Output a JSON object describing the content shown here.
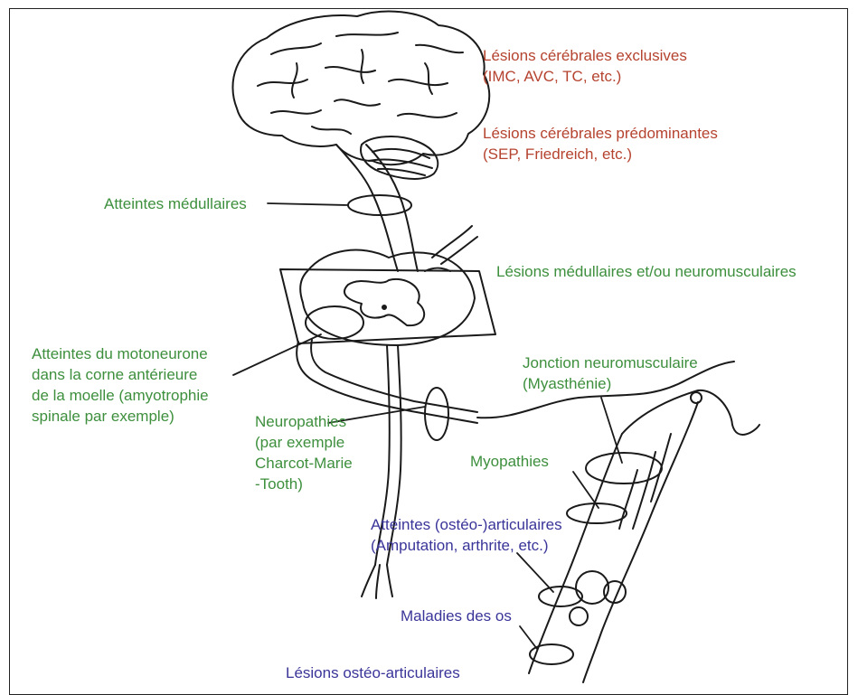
{
  "colors": {
    "brain_label": "#b5432f",
    "neuro_label": "#3d8f3d",
    "bone_label": "#3a3599",
    "drawing": "#1a1a1a"
  },
  "labels": {
    "lesions_cerebrales_exclusives": "Lésions cérébrales exclusives\n(IMC, AVC, TC, etc.)",
    "lesions_cerebrales_predominantes": "Lésions cérébrales prédominantes\n(SEP, Friedreich, etc.)",
    "atteintes_medullaires": "Atteintes médullaires",
    "lesions_medullaires_neuromusculaires": "Lésions médullaires et/ou neuromusculaires",
    "atteintes_motoneurone": "Atteintes du motoneurone\ndans la corne antérieure\nde la moelle (amyotrophie\nspinale par exemple)",
    "jonction_neuromusculaire": "Jonction neuromusculaire\n(Myasthénie)",
    "neuropathies": "Neuropathies\n(par exemple\nCharcot-Marie\n-Tooth)",
    "myopathies": "Myopathies",
    "atteintes_osteo_articulaires": "Atteintes (ostéo-)articulaires\n(Amputation, arthrite, etc.)",
    "maladies_des_os": "Maladies des os",
    "lesions_osteo_articulaires": "Lésions ostéo-articulaires"
  }
}
